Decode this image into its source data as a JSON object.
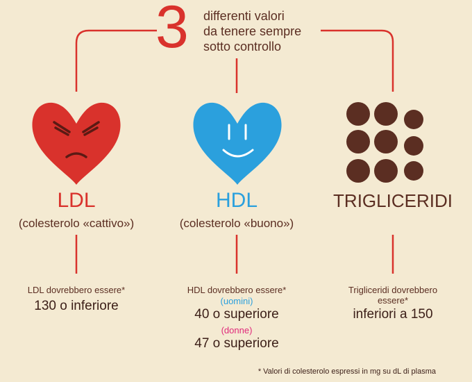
{
  "header": {
    "number": "3",
    "line1": "differenti valori",
    "line2": "da tenere sempre",
    "line3": "sotto controllo"
  },
  "colors": {
    "ldl": "#d9322c",
    "hdl": "#2ba0dd",
    "trig": "#5b2e22",
    "line": "#d9322c",
    "uomini": "#2ba0dd",
    "donne": "#e0287a"
  },
  "ldl": {
    "name": "LDL",
    "subtitle": "(colesterolo «cattivo»)",
    "note": "LDL dovrebbero essere*",
    "value": "130 o inferiore"
  },
  "hdl": {
    "name": "HDL",
    "subtitle": "(colesterolo «buono»)",
    "note": "HDL dovrebbero essere*",
    "men_label": "(uomini)",
    "men_value": "40 o superiore",
    "women_label": "(donne)",
    "women_value": "47 o superiore"
  },
  "trig": {
    "name": "TRIGLICERIDI",
    "note_line1": "Trigliceridi dovrebbero",
    "note_line2": "essere*",
    "value": "inferiori a 150"
  },
  "footnote": "* Valori di colesterolo espressi in mg su dL di plasma"
}
